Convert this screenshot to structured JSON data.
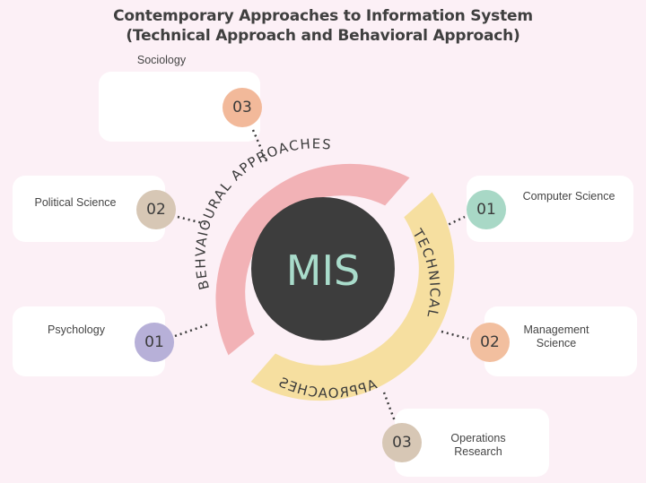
{
  "title": {
    "line1": "Contemporary Approaches to Information System",
    "line2": "(Technical Approach and Behavioral Approach)"
  },
  "center": {
    "label": "MIS"
  },
  "arcs": {
    "behavioural": "BEHVAIOURAL APPROACHES",
    "technical_top": "TECHNICAL",
    "technical_bottom": "APPROACHES"
  },
  "behavioural_items": [
    {
      "number": "01",
      "label": "Psychology"
    },
    {
      "number": "02",
      "label": "Political Science"
    },
    {
      "number": "03",
      "label": "Sociology"
    }
  ],
  "technical_items": [
    {
      "number": "01",
      "label": "Computer Science"
    },
    {
      "number": "02",
      "label": "Management Science"
    },
    {
      "number": "03",
      "label": "Operations Research"
    }
  ],
  "colors": {
    "background": "#fcf0f6",
    "behavioural_arc": "#f2b2b6",
    "technical_arc": "#f6dfa0",
    "center_circle": "#3d3d3d",
    "center_text": "#a9dccb",
    "badge_psychology": "#b7b0d8",
    "badge_political_science": "#d7c7b5",
    "badge_sociology": "#f2b99a",
    "badge_computer_science": "#a8d8c6",
    "badge_management_science": "#f2bf9f",
    "badge_operations_research": "#d7c7b5"
  }
}
